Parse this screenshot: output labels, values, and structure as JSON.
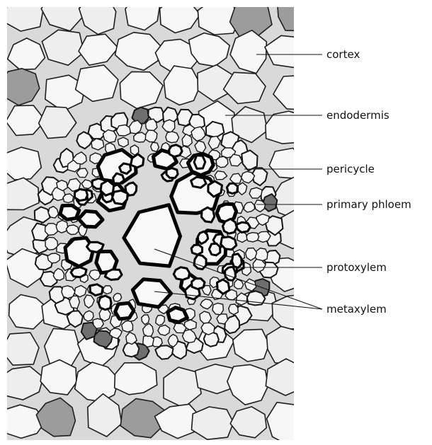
{
  "labels": {
    "cortex": "cortex",
    "endodermis": "endodermis",
    "pericycle": "pericycle",
    "primary_phloem": "primary phloem",
    "protoxylem": "protoxylem",
    "metaxylem": "metaxylem"
  }
}
